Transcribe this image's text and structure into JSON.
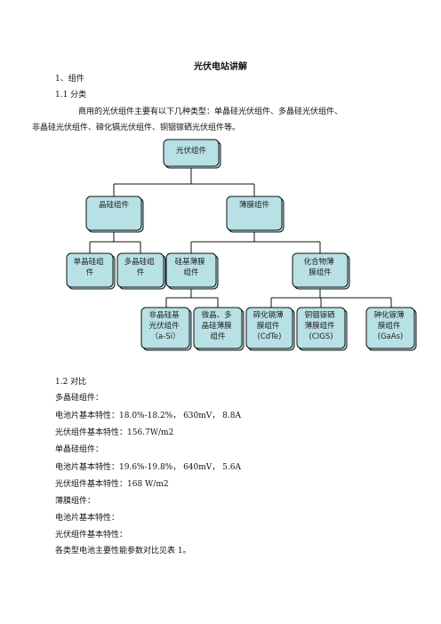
{
  "document": {
    "title": "光伏电站讲解",
    "section1": "1、组件",
    "section1_1": "1.1 分类",
    "intro_line1": "商用的光伏组件主要有以下几种类型：单晶硅光伏组件、多晶硅光伏组件、",
    "intro_line2": "非晶硅光伏组件、碲化镉光伏组件、铜铟镓硒光伏组件等。",
    "section1_2": "1.2 对比",
    "poly_heading": "多晶硅组件：",
    "poly_cell": "电池片基本特性：18.0%-18.2%，   630mV，   8.8A",
    "poly_module": "光伏组件基本特性：156.7W/m2",
    "mono_heading": "单晶硅组件：",
    "mono_cell": "电池片基本特性：19.6%-19.8%，   640mV，   5.6A",
    "mono_module": "光伏组件基本特性：168 W/m2",
    "thin_heading": "薄膜组件：",
    "thin_cell": "电池片基本特性：",
    "thin_module": "光伏组件基本特性：",
    "table_ref": "各类型电池主要性能参数对比见表 1。"
  },
  "tree": {
    "root": [
      "光伏组件"
    ],
    "crystalline": [
      "晶硅组件"
    ],
    "thinfilm": [
      "薄膜组件"
    ],
    "mono": [
      "单晶硅组",
      "件"
    ],
    "poly": [
      "多晶硅组",
      "件"
    ],
    "si_thin": [
      "硅基薄膜",
      "组件"
    ],
    "compound": [
      "化合物薄",
      "膜组件"
    ],
    "asi": [
      "非晶硅基",
      "光伏组件",
      "（a-Si）"
    ],
    "micro": [
      "微晶、多",
      "晶硅薄膜",
      "组件"
    ],
    "cdte": [
      "碲化镉薄",
      "膜组件",
      "(CdTe)"
    ],
    "cigs": [
      "铜铟镓硒",
      "薄膜组件",
      "(CIGS)"
    ],
    "gaas": [
      "砷化镓薄",
      "膜组件",
      "(GaAs)"
    ]
  },
  "colors": {
    "node_fill": "#b8e1e5",
    "node_border": "#111111"
  }
}
